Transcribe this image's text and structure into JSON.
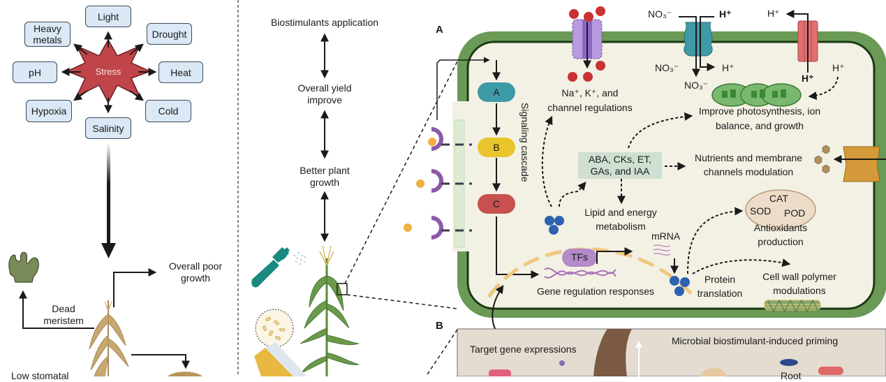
{
  "left_panel": {
    "stress_center": "Stress",
    "stress_factors": [
      "Light",
      "Heavy metals",
      "Drought",
      "pH",
      "Heat",
      "Hypoxia",
      "Cold",
      "Salinity"
    ],
    "outcomes": {
      "dead_meristem": "Dead meristem",
      "poor_growth": "Overall poor growth",
      "low_stomatal": "Low stomatal"
    }
  },
  "middle_panel": {
    "steps": [
      "Biostimulants application",
      "Overall yield improve",
      "Better plant growth"
    ]
  },
  "panel_a": {
    "letter": "A",
    "signaling": {
      "nodes": [
        "A",
        "B",
        "C"
      ],
      "label": "Signaling cascade"
    },
    "ions": {
      "channel_label_line1": "Na⁺, K⁺, and",
      "channel_label_line2": "channel regulations",
      "no3_top": "NO₃⁻",
      "h_top": "H⁺",
      "no3_mid": "NO₃⁻",
      "h_mid": "H⁺",
      "no3_bottom": "NO₃⁻",
      "h_pump_out": "H⁺",
      "h_pump_in": "H⁺",
      "h_right": "H⁺"
    },
    "photosynthesis_line1": "Improve photosynthesis, ion",
    "photosynthesis_line2": "balance, and growth",
    "hormones_line1": "ABA, CKs, ET,",
    "hormones_line2": "GAs, and IAA",
    "nutrients_line1": "Nutrients and membrane",
    "nutrients_line2": "channels modulation",
    "lipid_line1": "Lipid and energy",
    "lipid_line2": "metabolism",
    "mito": {
      "cat": "CAT",
      "sod": "SOD",
      "pod": "POD",
      "label_line1": "Antioxidants",
      "label_line2": "production"
    },
    "mrna": "mRNA",
    "tfs": "TFs",
    "gene_regulation": "Gene regulation responses",
    "protein_line1": "Protein",
    "protein_line2": "translation",
    "cellwall_line1": "Cell wall polymer",
    "cellwall_line2": "modulations"
  },
  "panel_b": {
    "letter": "B",
    "target_genes": "Target gene expressions",
    "priming": "Microbial biostimulant-induced priming",
    "root": "Root"
  },
  "colors": {
    "cell_wall": "#6a9a55",
    "cytoplasm": "#f3f1e4",
    "stress_star": "#c0454a",
    "node_a": "#3e9aa6",
    "node_b": "#e8c52a",
    "node_c": "#c8504f",
    "receptor": "#8a5aa8",
    "ligand": "#f0b040",
    "ion_dots": "#c83232",
    "ribosome": "#2e62b0"
  }
}
